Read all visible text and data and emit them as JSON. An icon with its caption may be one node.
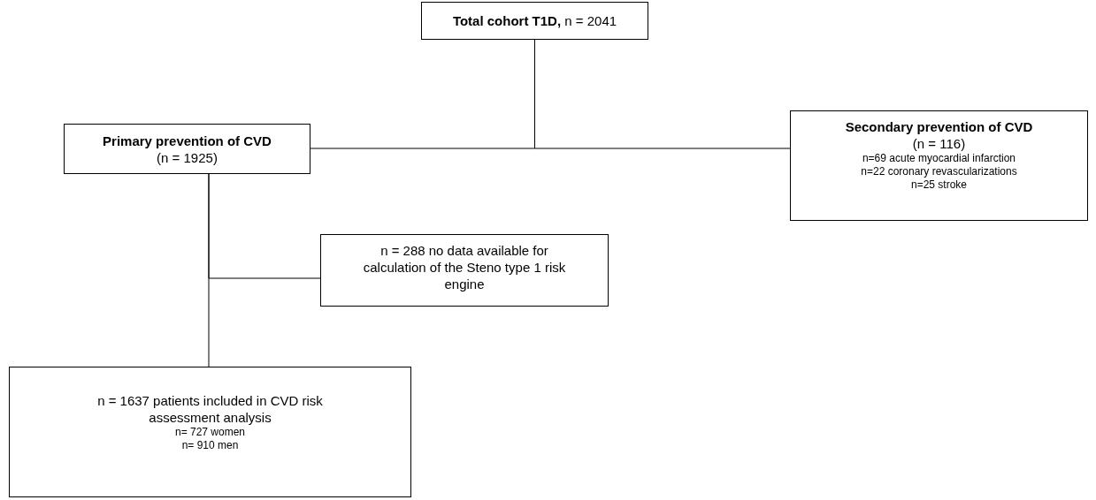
{
  "diagram": {
    "nodes": [
      {
        "text": [
          "**Total cohort  T1D,** n = 2041"
        ]
      },
      {
        "text": [
          "Primary prevention of CVD",
          "(n = 1925)"
        ]
      },
      {
        "text": [
          "Secondary prevention of CVD",
          "(n = 116)",
          "n=69 acute myocardial infarction",
          "n=22 coronary revascularizations",
          "n=25 stroke"
        ]
      },
      {
        "text": [
          "n = 288 no data available for calculation of the Steno type 1 risk engine"
        ]
      },
      {
        "text": [
          "n = 1637 patients included in CVD risk assessment analysis",
          "n= 727 women",
          "n= 910 men"
        ]
      }
    ],
    "edges": [
      {
        "from": 0,
        "to": 1,
        "arrow": "none"
      },
      {
        "from": 0,
        "to": 2,
        "arrow": "none"
      },
      {
        "from": 1,
        "to": 4,
        "arrow": "none"
      },
      {
        "from": 1,
        "to": 3,
        "arrow": "none"
      }
    ]
  }
}
